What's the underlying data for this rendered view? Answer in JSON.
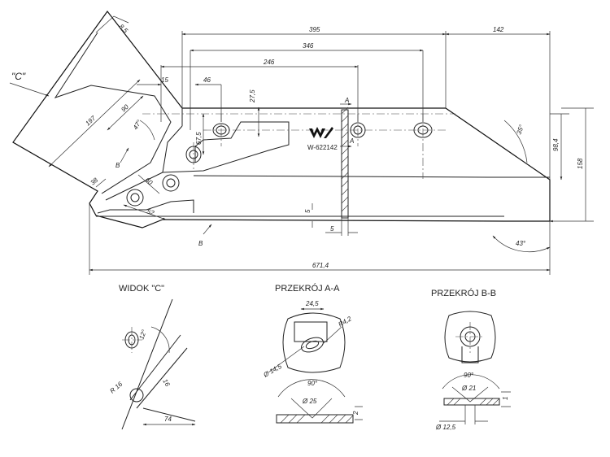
{
  "main_view": {
    "view_c_label": "\"C\"",
    "dimensions": {
      "d_395": "395",
      "d_142": "142",
      "d_346": "346",
      "d_246": "246",
      "d_15": "15",
      "d_46": "46",
      "d_27_5": "27,5",
      "d_67_5": "67,5",
      "d_8_5": "8,5",
      "d_197": "197",
      "d_90": "90",
      "d_47deg": "47°",
      "d_38": "38",
      "d_60": "60",
      "d_52": "52",
      "d_5_vert": "5",
      "d_5_horiz": "5",
      "d_35deg": "35°",
      "d_98_4": "98,4",
      "d_158": "158",
      "d_43deg": "43°",
      "d_671_4": "671,4"
    },
    "part_number": "W-622142",
    "section_marks": {
      "a_top": "A",
      "a_bottom": "A",
      "b_top": "B",
      "b_bottom": "B"
    }
  },
  "view_c": {
    "title": "WIDOK \"C\"",
    "dimensions": {
      "angle": "12°",
      "d_16": "16",
      "r16": "R 16",
      "d_74": "74"
    }
  },
  "section_aa": {
    "title": "PRZEKRÓJ A-A",
    "dimensions": {
      "d_24_5": "24,5",
      "r4_2": "R4,2",
      "d_14_5": "Ø 14,5",
      "angle": "90°",
      "d_25": "Ø 25",
      "d_2": "2"
    }
  },
  "section_bb": {
    "title": "PRZEKRÓJ B-B",
    "dimensions": {
      "angle": "90°",
      "d_21": "Ø 21",
      "d_12_5": "Ø 12,5",
      "d_1": "1"
    }
  }
}
